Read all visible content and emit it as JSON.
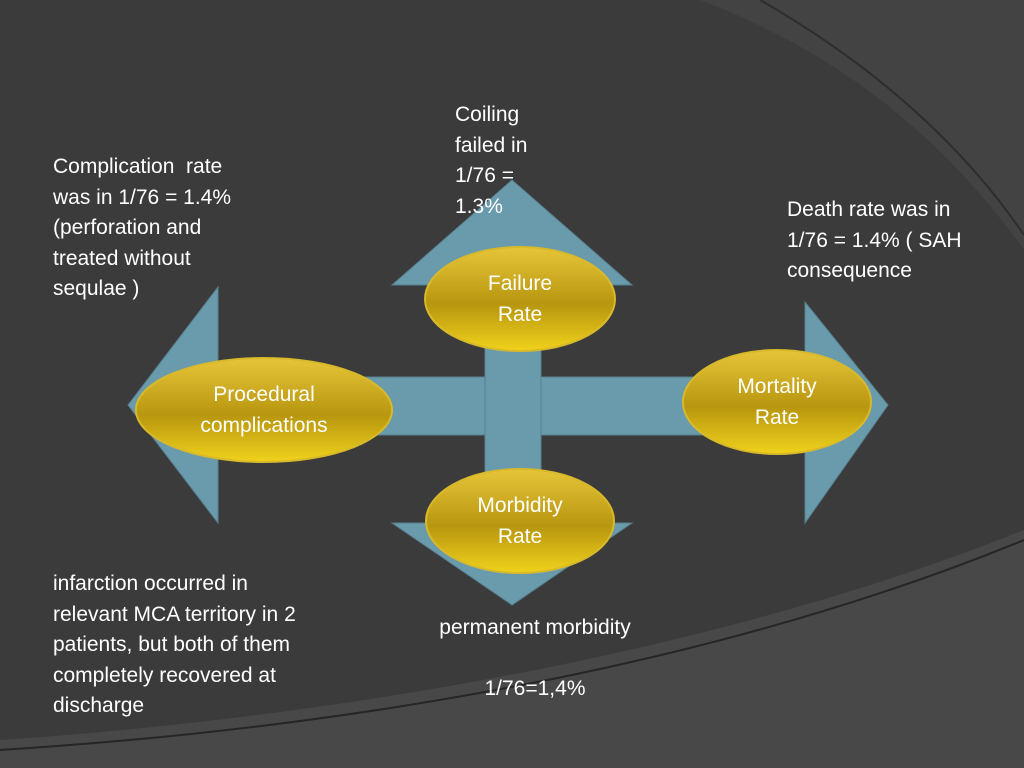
{
  "colors": {
    "background": "#3b3b3b",
    "arrow": "#6a9bad",
    "oval_fill": "#c9a414",
    "text": "#ffffff"
  },
  "diagram": {
    "nodes": {
      "failure": {
        "line1": "Failure",
        "line2": "Rate"
      },
      "procedural": {
        "line1": "Procedural",
        "line2": "complications"
      },
      "mortality": {
        "line1": "Mortality",
        "line2": "Rate"
      },
      "morbidity": {
        "line1": "Morbidity",
        "line2": "Rate"
      }
    },
    "notes": {
      "coiling": [
        "Coiling",
        "failed in",
        "1/76 =",
        "1.3%"
      ],
      "complication": [
        "Complication  rate",
        "was in 1/76 = 1.4%",
        "(perforation and",
        "treated without",
        "sequlae )"
      ],
      "death": [
        "Death rate was in",
        "1/76 = 1.4% ( SAH",
        "consequence"
      ],
      "infarction": [
        "infarction occurred in",
        "relevant MCA territory in 2",
        "patients, but both of them",
        "completely recovered at",
        "discharge"
      ],
      "morbidity_text": {
        "line1": "permanent morbidity",
        "line2": "1/76=1,4%"
      }
    }
  }
}
